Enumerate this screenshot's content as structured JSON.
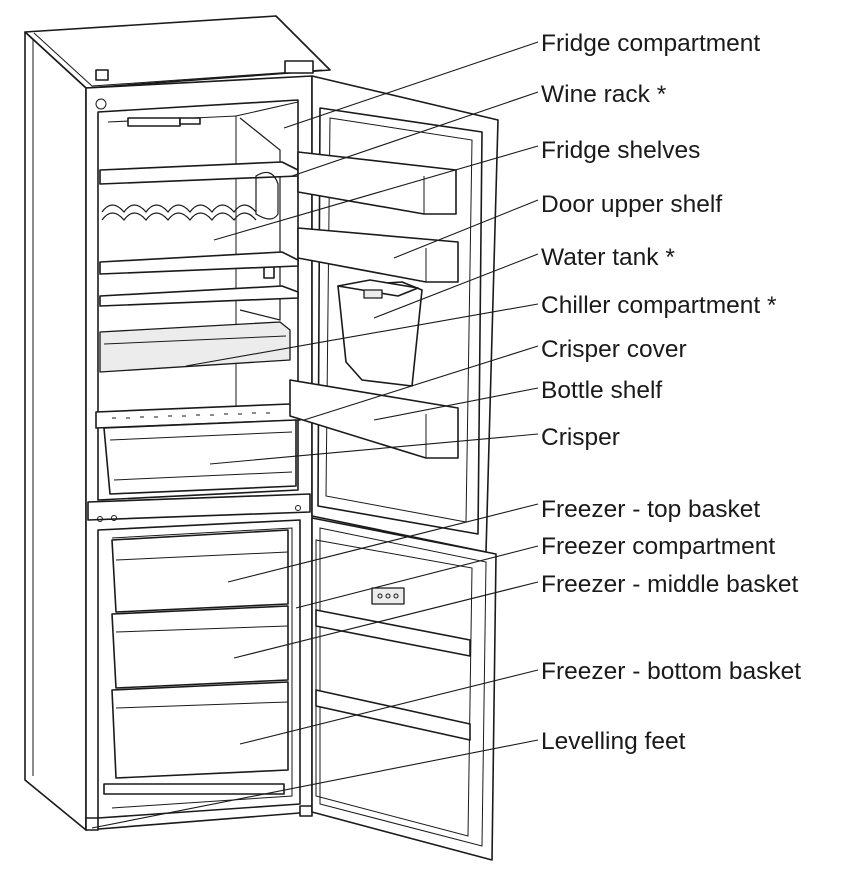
{
  "labels": [
    {
      "id": "fridge-compartment",
      "text": "Fridge compartment"
    },
    {
      "id": "wine-rack",
      "text": "Wine rack *"
    },
    {
      "id": "fridge-shelves",
      "text": "Fridge shelves"
    },
    {
      "id": "door-upper-shelf",
      "text": "Door upper shelf"
    },
    {
      "id": "water-tank",
      "text": "Water tank *"
    },
    {
      "id": "chiller-compartment",
      "text": "Chiller compartment *"
    },
    {
      "id": "crisper-cover",
      "text": "Crisper cover"
    },
    {
      "id": "bottle-shelf",
      "text": "Bottle shelf"
    },
    {
      "id": "crisper",
      "text": "Crisper"
    },
    {
      "id": "freezer-top-basket",
      "text": "Freezer - top basket"
    },
    {
      "id": "freezer-compartment",
      "text": "Freezer compartment"
    },
    {
      "id": "freezer-middle-basket",
      "text": "Freezer - middle basket"
    },
    {
      "id": "freezer-bottom-basket",
      "text": "Freezer - bottom basket"
    },
    {
      "id": "levelling-feet",
      "text": "Levelling feet"
    }
  ]
}
